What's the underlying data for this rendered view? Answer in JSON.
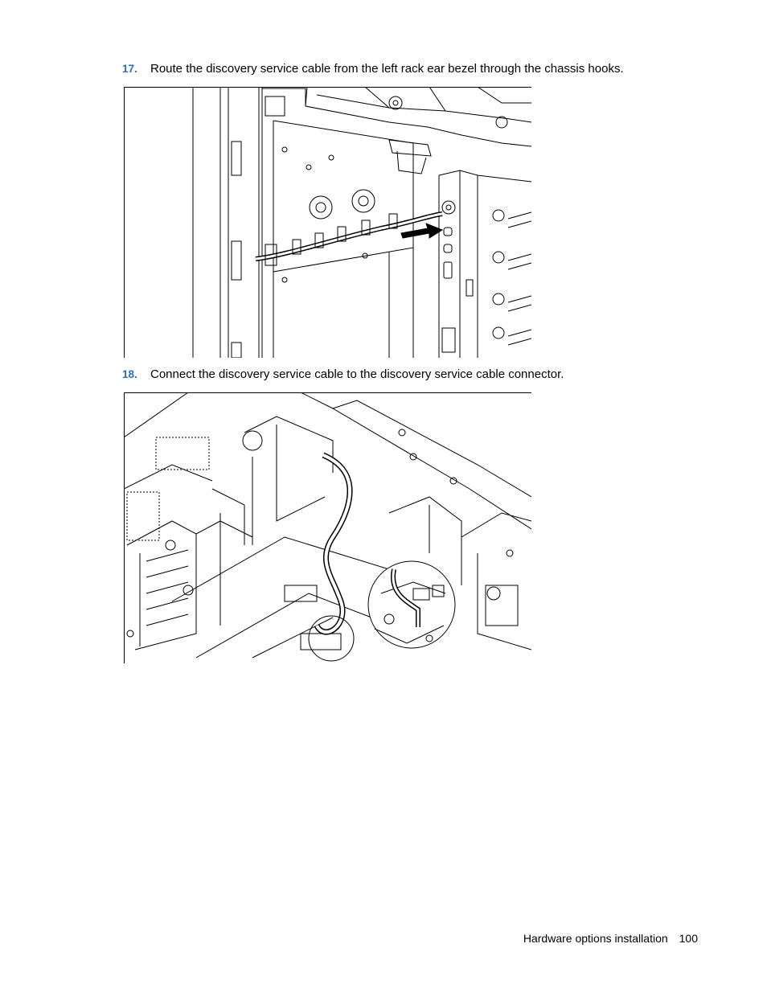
{
  "steps": [
    {
      "number": "17.",
      "text": "Route the discovery service cable from the left rack ear bezel through the chassis hooks."
    },
    {
      "number": "18.",
      "text": "Connect the discovery service cable to the discovery service cable connector."
    }
  ],
  "footer": {
    "section": "Hardware options installation",
    "page": "100"
  },
  "colors": {
    "step_number": "#2a6ebd"
  }
}
